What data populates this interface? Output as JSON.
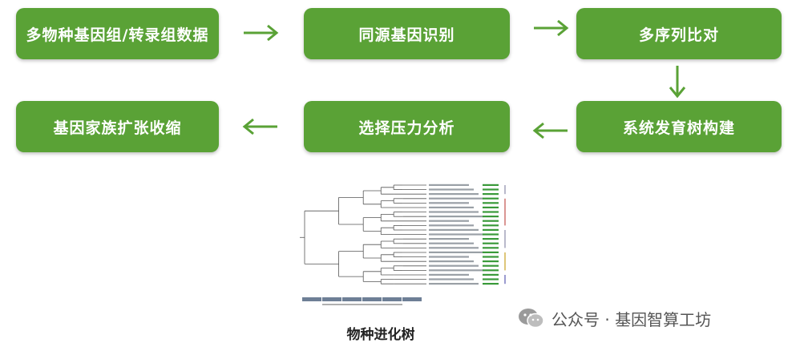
{
  "flow": {
    "steps": [
      "多物种基因组/转录组数据",
      "同源基因识别",
      "多序列比对",
      "系统发育树构建",
      "选择压力分析",
      "基因家族扩张收缩"
    ]
  },
  "figure": {
    "caption": "物种进化树"
  },
  "watermark": {
    "text": "公众号 · 基因智算工坊"
  },
  "colors": {
    "box": "#5aa236",
    "arrow": "#5aa236"
  },
  "icons": [
    "right-arrow-icon",
    "down-arrow-icon",
    "left-arrow-icon",
    "wechat-icon"
  ]
}
